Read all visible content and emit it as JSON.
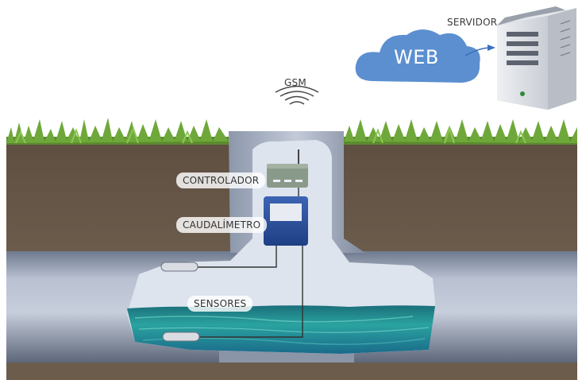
{
  "labels": {
    "servidor": "SERVIDOR",
    "web": "WEB",
    "gsm": "GSM",
    "controlador": "CONTROLADOR",
    "caudalimetro": "CAUDALÍMETRO",
    "sensores": "SENSORES"
  },
  "colors": {
    "cloud": "#5b8fd0",
    "soil": "#6b5c4c",
    "pipe": "#a7b0c2",
    "water": "#1e8a8c",
    "flowmeter": "#2a4f9a",
    "controller": "#8a9a8a",
    "grass": "#6fa83a"
  }
}
